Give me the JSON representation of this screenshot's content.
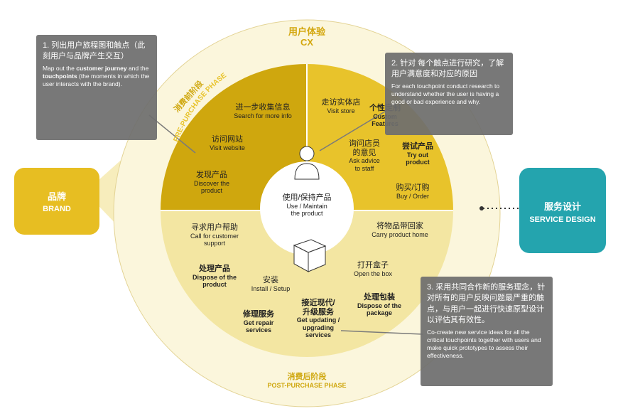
{
  "colors": {
    "dark_gold": "#cfa70e",
    "mid_gold": "#e8c32b",
    "light_yellow": "#f3e6a2",
    "outer_ring": "#fbf6dc",
    "brand_yellow": "#e7be22",
    "teal": "#24a4ae",
    "callout_gray": "#6e6e6e"
  },
  "header": {
    "cx_zh": "用户体验",
    "cx_en": "CX"
  },
  "brand": {
    "zh": "品牌",
    "en": "BRAND"
  },
  "service": {
    "zh": "服务设计",
    "en": "SERVICE DESIGN"
  },
  "phases": {
    "pre": {
      "zh": "消费前阶段",
      "en": "PRE-PURCHASE PHASE"
    },
    "post": {
      "zh": "消费后阶段",
      "en": "POST-PURCHASE PHASE"
    }
  },
  "center": {
    "zh": "使用/保持产品",
    "en1": "Use / Maintain",
    "en2": "the product"
  },
  "steps": {
    "search": {
      "zh": "进一步收集信息",
      "en": "Search for more info"
    },
    "visit_web": {
      "zh": "访问网站",
      "en": "Visit website"
    },
    "discover": {
      "zh": "发现产品",
      "en1": "Discover the",
      "en2": "product"
    },
    "visit_store": {
      "zh": "走访实体店",
      "en": "Visit store"
    },
    "custom": {
      "zh": "个性定制",
      "en1": "Custom",
      "en2": "Features"
    },
    "ask": {
      "zh": "询问店员",
      "zh2": "的意见",
      "en1": "Ask advice",
      "en2": "to staff"
    },
    "try": {
      "zh": "尝试产品",
      "en1": "Try out",
      "en2": "product"
    },
    "buy": {
      "zh": "购买/订购",
      "en": "Buy / Order"
    },
    "carry": {
      "zh": "将物品带回家",
      "en": "Carry product home"
    },
    "open": {
      "zh": "打开盒子",
      "en": "Open the box"
    },
    "dispose_pkg": {
      "zh": "处理包装",
      "en1": "Dispose of the",
      "en2": "package"
    },
    "help": {
      "zh": "寻求用户帮助",
      "en1": "Call for customer",
      "en2": "support"
    },
    "dispose_prod": {
      "zh": "处理产品",
      "en1": "Dispose of the",
      "en2": "product"
    },
    "install": {
      "zh": "安装",
      "en": "Install / Setup"
    },
    "repair": {
      "zh": "修理服务",
      "en1": "Get repair",
      "en2": "services"
    },
    "upgrade": {
      "zh": "接近现代/",
      "zh2": "升级服务",
      "en1": "Get updating /",
      "en2": "upgrading",
      "en3": "services"
    }
  },
  "callouts": {
    "c1": {
      "zh": "1. 列出用户旅程图和触点（此刻用户与品牌产生交互）",
      "en_pre": "Map out the ",
      "en_b1": "customer journey",
      "en_mid": " and the ",
      "en_b2": "touchpoints",
      "en_post": " (the moments in which the user interacts with the brand)."
    },
    "c2": {
      "zh": "2. 针对 每个触点进行研究，了解用户满意度和对应的原因",
      "en": "For each touchpoint conduct research to understand whether the user is having a good or bad experience and why."
    },
    "c3": {
      "zh": "3. 采用共同合作新的服务理念，针对所有的用户反映问题最严重的触点，与用户一起进行快速原型设计以评估其有效性。",
      "en": "Co-create new service ideas for all the critical touchpoints together with users and make quick prototypes to assess their effectiveness."
    }
  }
}
